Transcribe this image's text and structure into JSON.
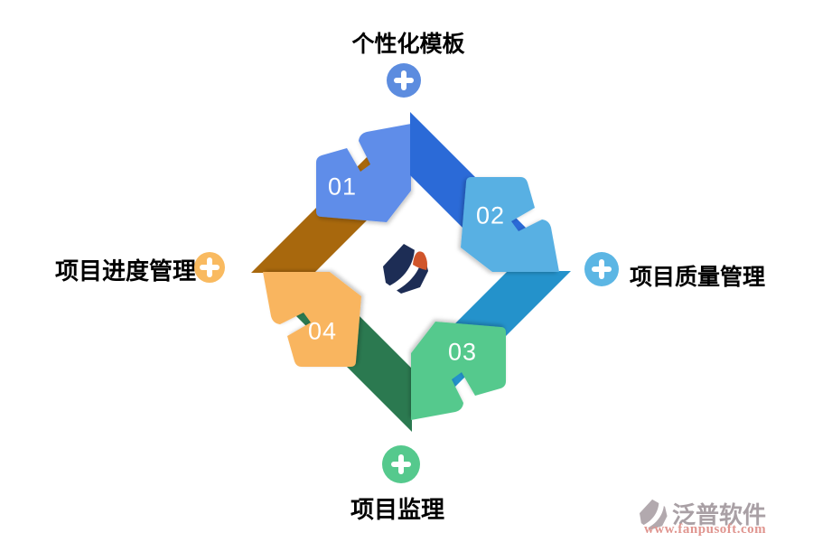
{
  "diagram": {
    "title_hint": "project management feature cycle",
    "quadrants": [
      {
        "number": "01",
        "light": "#5e8de9",
        "dark": "#a8680d"
      },
      {
        "number": "04",
        "light": "#f9b55f",
        "dark": "#2b7950"
      },
      {
        "number": "03",
        "light": "#55c98d",
        "dark": "#2492cb"
      },
      {
        "number": "02",
        "light": "#58b0e3",
        "dark": "#2b6ad7"
      }
    ],
    "callouts": {
      "top": {
        "label": "个性化模板",
        "accent": "#5c8cdf"
      },
      "right": {
        "label": "项目质量管理",
        "accent": "#5cb6e4"
      },
      "bottom": {
        "label": "项目监理",
        "accent": "#55c98d"
      },
      "left": {
        "label": "项目进度管理",
        "accent": "#f9ba60"
      }
    },
    "center_logo_colors": {
      "base": "#1d2d55",
      "petal": "#d0552b"
    }
  },
  "watermark": {
    "brand": "泛普软件",
    "url": "www.fanpusoft.com",
    "text_color": "#a9a0a5",
    "url_color": "#e0958f"
  }
}
